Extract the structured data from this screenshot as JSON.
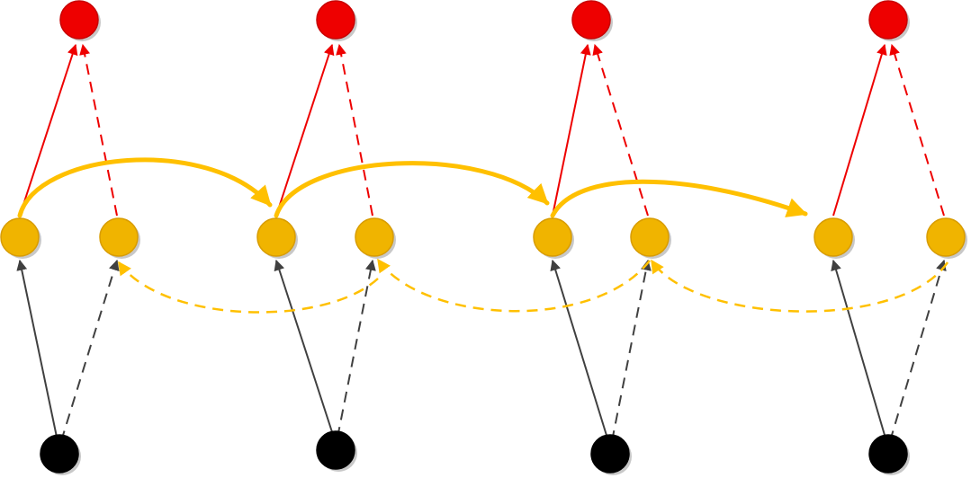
{
  "diagram": {
    "kind": "bidirectional-recurrent-network",
    "time_steps": 4,
    "colors": {
      "background": "#ffffff",
      "input_node": "#000000",
      "hidden_node": "#f0b400",
      "hidden_node_stroke": "#d89c00",
      "output_node": "#ee0000",
      "output_node_stroke": "#c80000",
      "input_edge": "#404040",
      "output_edge": "#ee0000",
      "recurrent_edge": "#ffc000",
      "node_shadow": "#c8c8c8"
    },
    "edge_styles": {
      "forward_layer": "solid",
      "backward_layer": "dashed",
      "forward_recurrence": "solid-thick",
      "backward_recurrence": "dashed"
    },
    "text": []
  }
}
